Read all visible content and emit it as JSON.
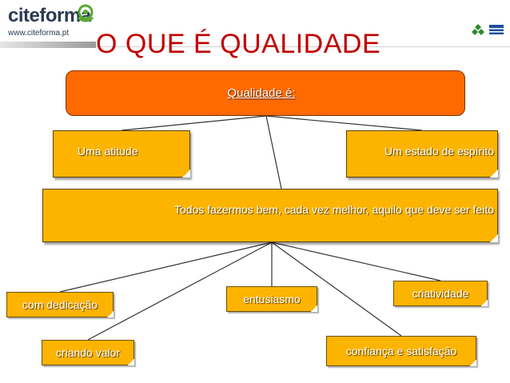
{
  "header": {
    "logo_name": "citeforma",
    "logo_url": "www.citeforma.pt",
    "title": "O QUE É QUALIDADE"
  },
  "diagram": {
    "root": "Qualidade é:",
    "level1": {
      "atitude": "Uma atitude",
      "espirito": "Um estado de espírito",
      "todos": "Todos fazermos bem, cada vez melhor, aquilo que deve ser feito"
    },
    "leaves": {
      "dedicacao": "com dedicação",
      "valor": "criando valor",
      "entusiasmo": "entusiasmo",
      "criatividade": "criatividade",
      "confianca": "confiança e satisfação"
    }
  },
  "colors": {
    "title": "#c00000",
    "root_fill": "#ff6a00",
    "box_fill": "#fcb400",
    "connector": "#333333"
  }
}
